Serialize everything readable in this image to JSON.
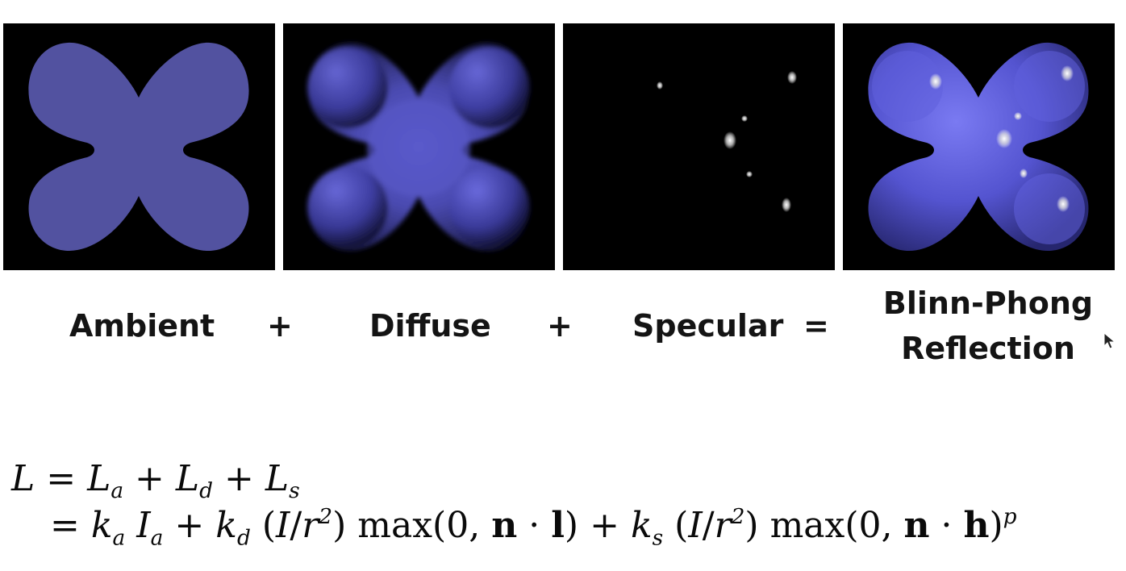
{
  "panels": {
    "ambient": {
      "label": "Ambient"
    },
    "diffuse": {
      "label": "Diffuse"
    },
    "specular": {
      "label": "Specular"
    },
    "result": {
      "label_line1": "Blinn-Phong",
      "label_line2": "Reflection"
    }
  },
  "operators": {
    "plus1": "+",
    "plus2": "+",
    "equals": "="
  },
  "equation": {
    "line1": {
      "L": "L",
      "eq": "=",
      "La": "L",
      "La_sub": "a",
      "plus1": "+",
      "Ld": "L",
      "Ld_sub": "d",
      "plus2": "+",
      "Ls": "L",
      "Ls_sub": "s"
    },
    "line2": {
      "eq": "=",
      "ka": "k",
      "ka_sub": "a",
      "Ia": "I",
      "Ia_sub": "a",
      "plus1": "+",
      "kd": "k",
      "kd_sub": "d",
      "paren1_open": "(",
      "I1": "I",
      "slash1": "/",
      "r1": "r",
      "r1_sup": "2",
      "paren1_close": ")",
      "max1": "max(0,",
      "n1": "n",
      "dot1": "·",
      "l": "l",
      "close1": ")",
      "plus2": "+",
      "ks": "k",
      "ks_sub": "s",
      "paren2_open": "(",
      "I2": "I",
      "slash2": "/",
      "r2": "r",
      "r2_sup": "2",
      "paren2_close": ")",
      "max2": "max(0,",
      "n2": "n",
      "dot2": "·",
      "h": "h",
      "close2": ")",
      "p": "p"
    }
  },
  "colors": {
    "surface_flat": "#5252a0",
    "surface_lit": "#6a6ae6",
    "panel_bg": "#000000",
    "highlight": "#ffffff"
  }
}
